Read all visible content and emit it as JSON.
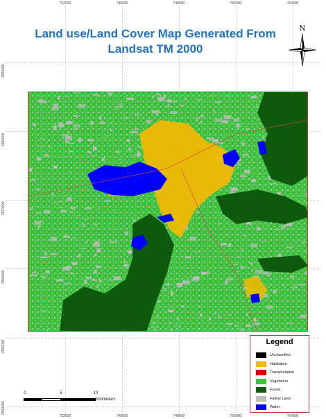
{
  "title": {
    "line1": "Land use/Land Cover Map Generated From",
    "line2": "Landsat TM 2000"
  },
  "north_arrow": {
    "label": "N",
    "icon": "north-arrow-icon"
  },
  "grid": {
    "top_ticks": [
      "732000",
      "740000",
      "748000",
      "756000",
      "764000"
    ],
    "bottom_ticks": [
      "732000",
      "740000",
      "748000",
      "756000",
      "764000"
    ],
    "left_ticks": [
      "2590000",
      "2580000",
      "2570000",
      "2560000",
      "2550000",
      "2540000"
    ]
  },
  "legend": {
    "title": "Legend",
    "items": [
      {
        "label": "Unclassified",
        "color": "#000000"
      },
      {
        "label": "Habitation",
        "color": "#f5b800"
      },
      {
        "label": "Transportation",
        "color": "#e00000"
      },
      {
        "label": "Vegetation",
        "color": "#3cc43c"
      },
      {
        "label": "Forest",
        "color": "#0d5a0d"
      },
      {
        "label": "Fallow Land",
        "color": "#bdbdbd"
      },
      {
        "label": "Water",
        "color": "#0000ff"
      }
    ]
  },
  "scalebar": {
    "labels": [
      "0",
      "5",
      "10"
    ],
    "units": "Kilometers"
  },
  "colors": {
    "title": "#1f73c9",
    "frame": "#c0392b",
    "vegetation": "#3cc43c",
    "forest": "#0d5a0d",
    "fallow": "#bdbdbd",
    "habitation": "#f5b800",
    "water": "#0000ff"
  }
}
